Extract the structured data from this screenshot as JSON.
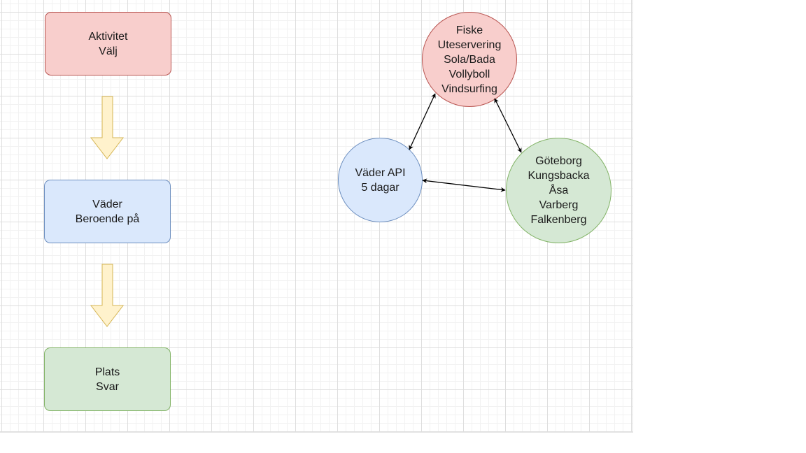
{
  "flow": {
    "activity": {
      "lines": [
        "Aktivitet",
        "Välj"
      ]
    },
    "weather": {
      "lines": [
        "Väder",
        "Beroende på"
      ]
    },
    "place": {
      "lines": [
        "Plats",
        "Svar"
      ]
    }
  },
  "network": {
    "activities": {
      "lines": [
        "Fiske",
        "Uteservering",
        "Sola/Bada",
        "Vollyboll",
        "Vindsurfing"
      ]
    },
    "weather_api": {
      "lines": [
        "Väder API",
        "5 dagar"
      ]
    },
    "cities": {
      "lines": [
        "Göteborg",
        "Kungsbacka",
        "Åsa",
        "Varberg",
        "Falkenberg"
      ]
    }
  },
  "colors": {
    "red_fill": "#f8cecc",
    "red_stroke": "#b85450",
    "blue_fill": "#dae8fc",
    "blue_stroke": "#6c8ebf",
    "green_fill": "#d5e8d4",
    "green_stroke": "#82b366",
    "arrow_fill": "#fff2cc",
    "arrow_stroke": "#d6b656"
  }
}
